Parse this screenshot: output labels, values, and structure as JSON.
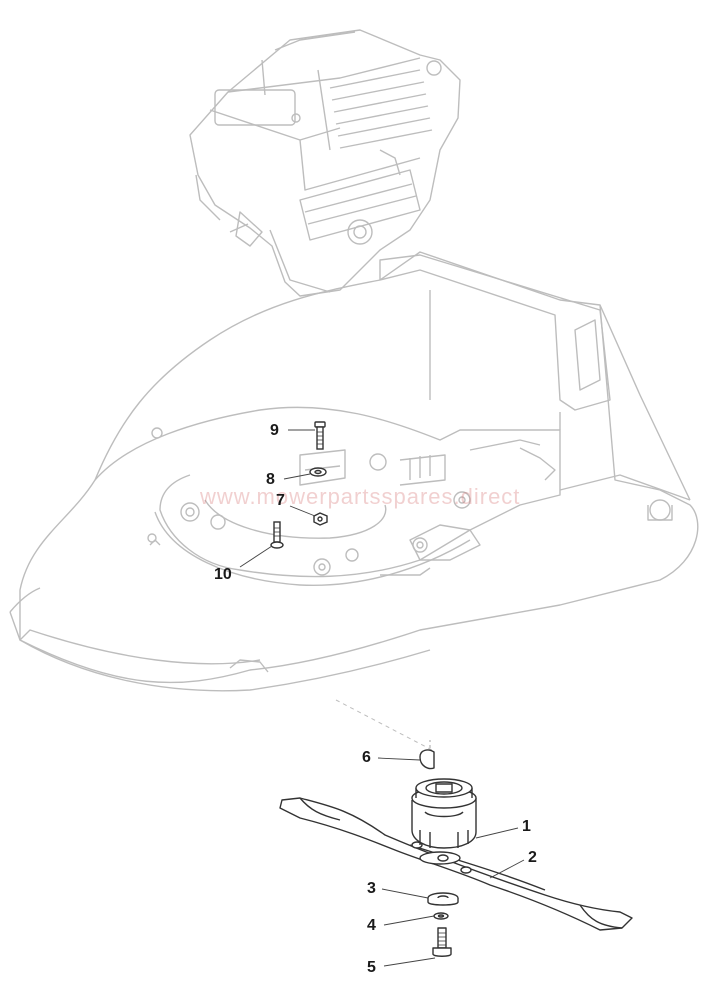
{
  "watermark": "www.mowerpartsspares.direct",
  "callouts": {
    "c1": "1",
    "c2": "2",
    "c3": "3",
    "c4": "4",
    "c5": "5",
    "c6": "6",
    "c7": "7",
    "c8": "8",
    "c9": "9",
    "c10": "10"
  },
  "colors": {
    "faded_line": "#bdbdbd",
    "main_line": "#333333",
    "leader": "#444444",
    "watermark": "#d87a7a"
  }
}
